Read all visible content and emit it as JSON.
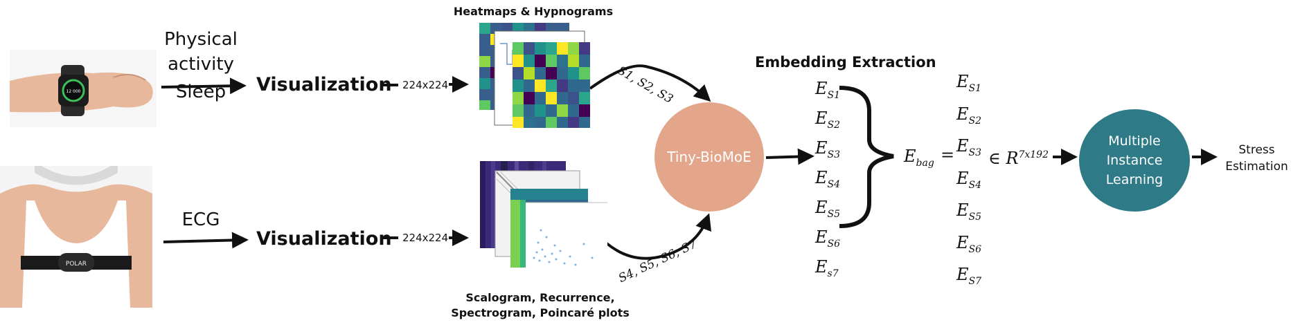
{
  "top_branch": {
    "input_lines": [
      "Physical",
      "activity",
      "Sleep"
    ],
    "visualization_label": "Visualization",
    "size_label": "224x224",
    "caption": "Heatmaps & Hypnograms",
    "signals": "S1, S2, S3",
    "watch_text": "12 000"
  },
  "bottom_branch": {
    "input_label": "ECG",
    "visualization_label": "Visualization",
    "size_label": "224x224",
    "caption_lines": [
      "Scalogram, Recurrence,",
      "Spectrogram, Poincaré  plots"
    ],
    "signals": "S4, S5, S6, S7",
    "strap_text": "POLAR"
  },
  "model": {
    "label": "Tiny-BioMoE",
    "color": "#e4a68a"
  },
  "embedding": {
    "heading": "Embedding Extraction",
    "items": [
      {
        "base": "E",
        "sub": "S1"
      },
      {
        "base": "E",
        "sub": "S2"
      },
      {
        "base": "E",
        "sub": "S3"
      },
      {
        "base": "E",
        "sub": "S4"
      },
      {
        "base": "E",
        "sub": "S5"
      },
      {
        "base": "E",
        "sub": "S6"
      },
      {
        "base": "E",
        "sub": "s7"
      }
    ]
  },
  "bag": {
    "lhs": "E",
    "lhs_sub": "bag",
    "equals": "=",
    "in_symbol": "∈ R",
    "dim": "7x192",
    "items": [
      {
        "base": "E",
        "sub": "S1"
      },
      {
        "base": "E",
        "sub": "S2"
      },
      {
        "base": "E",
        "sub": "S3"
      },
      {
        "base": "E",
        "sub": "S4"
      },
      {
        "base": "E",
        "sub": "S5"
      },
      {
        "base": "E",
        "sub": "S6"
      },
      {
        "base": "E",
        "sub": "S7"
      }
    ]
  },
  "mil": {
    "lines": [
      "Multiple",
      "Instance",
      "Learning"
    ],
    "color": "#2e7a87"
  },
  "output": {
    "lines": [
      "Stress",
      "Estimation"
    ]
  }
}
